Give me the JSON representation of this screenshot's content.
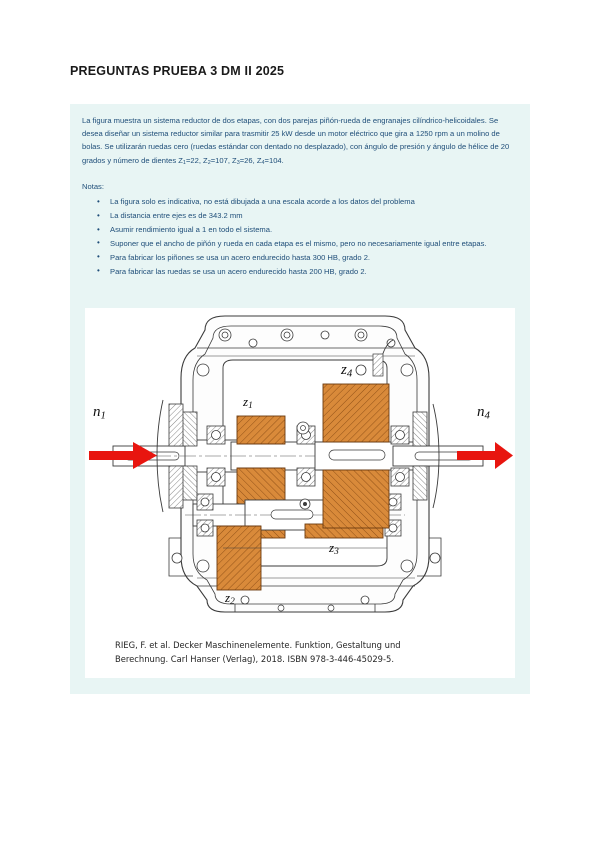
{
  "document": {
    "title": "PREGUNTAS PRUEBA 3 DM II 2025"
  },
  "content": {
    "paragraph": "La figura muestra un sistema reductor de dos etapas, con dos parejas piñón-rueda de engranajes cilíndrico-helicoidales. Se desea diseñar un sistema reductor similar para trasmitir 25 kW desde un motor eléctrico que gira a 1250 rpm a un molino de bolas. Se utilizarán ruedas cero (ruedas estándar con dentado no desplazado), con ángulo de presión y ángulo de hélice de 20 grados y número de dientes Z1=22, Z2=107, Z3=26, Z4=104.",
    "paragraph_parts": {
      "before_teeth": "La figura muestra un sistema reductor de dos etapas, con dos parejas piñón-rueda de engranajes cilíndrico-helicoidales. Se desea diseñar un sistema reductor similar para trasmitir 25 kW desde un motor eléctrico que gira a 1250 rpm a un molino de bolas. Se utilizarán ruedas cero (ruedas estándar con dentado no desplazado), con ángulo de presión y ángulo de hélice de 20 grados y número de dientes Z",
      "z1_sub": "1",
      "z1_val": "=22, Z",
      "z2_sub": "2",
      "z2_val": "=107, Z",
      "z3_sub": "3",
      "z3_val": "=26, Z",
      "z4_sub": "4",
      "z4_val": "=104."
    },
    "notes_label": "Notas:",
    "notes": [
      "La figura solo es indicativa, no está dibujada a una escala acorde a los datos del problema",
      "La distancia entre ejes es de 343.2 mm",
      "Asumir rendimiento igual a 1 en todo el sistema.",
      "Suponer que el ancho de piñón y rueda en cada etapa es el mismo, pero no necesariamente igual entre etapas.",
      "Para fabricar los piñones se usa un acero endurecido hasta 300 HB, grado 2.",
      "Para fabricar las ruedas se usa un acero endurecido hasta 200 HB, grado 2."
    ]
  },
  "figure": {
    "caption_line1": "RIEG, F. et al. Decker Maschinenelemente. Funktion, Gestaltung und",
    "caption_line2": "Berechnung. Carl Hanser (Verlag), 2018. ISBN 978-3-446-45029-5.",
    "labels": {
      "input_speed": "n",
      "input_speed_sub": "1",
      "output_speed": "n",
      "output_speed_sub": "4",
      "gear1": "z",
      "gear1_sub": "1",
      "gear2": "z",
      "gear2_sub": "2",
      "gear3": "z",
      "gear3_sub": "3",
      "gear4": "z",
      "gear4_sub": "4"
    },
    "description": "Corte transversal de un reductor de dos etapas con engranajes helicoidales, rodamientos y carcasa"
  },
  "colors": {
    "block_background": "#e8f5f4",
    "text_blue": "#1f4e79",
    "title_black": "#1a1a1a",
    "gear_orange": "#d98a3a",
    "arrow_red": "#e8150f",
    "line_dark": "#3a3a3a",
    "page_white": "#ffffff"
  }
}
